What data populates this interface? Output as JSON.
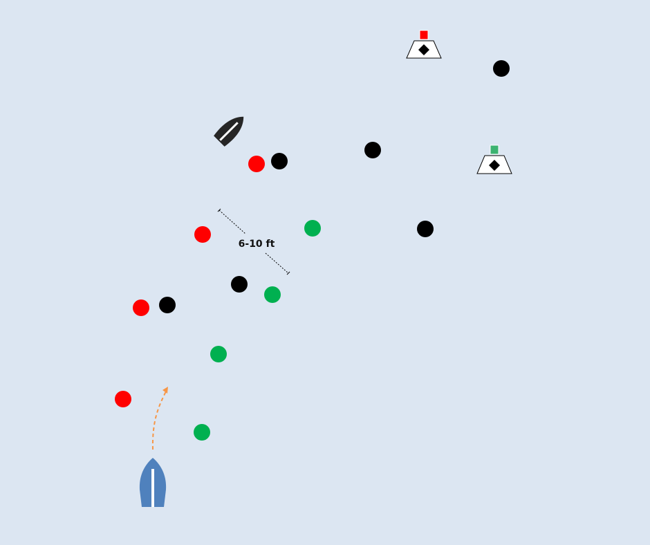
{
  "colors": {
    "background": "#dce6f2",
    "red_buoy": "#ff0000",
    "green_buoy": "#00b050",
    "black_buoy": "#000000",
    "own_boat": "#4f81bd",
    "other_boat": "#262626",
    "path_arrow": "#f79646",
    "marker_red_flag": "#ff0000",
    "marker_green_flag": "#3cb371"
  },
  "icons": {
    "own_boat": "sailboat-hull-icon",
    "other_boat": "sailboat-hull-icon",
    "channel_marker": "day-marker-icon",
    "buoy": "circle-buoy-icon"
  },
  "buoy_groups": {
    "red": "red-buoy",
    "green": "green-buoy",
    "black": "black-buoy"
  },
  "spacing_label": "6-10 ft",
  "channel_markers": [
    {
      "name": "channel-marker-red",
      "flag_color": "#ff0000"
    },
    {
      "name": "channel-marker-green",
      "flag_color": "#3cb371"
    }
  ]
}
